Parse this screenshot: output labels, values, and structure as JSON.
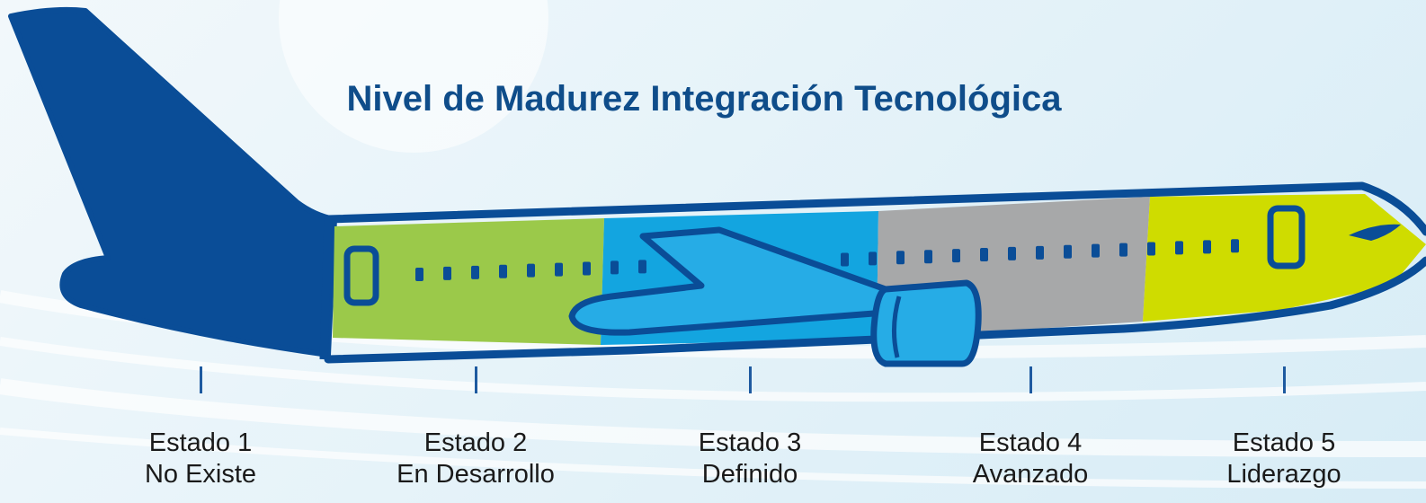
{
  "title": "Nivel de Madurez Integración Tecnológica",
  "stages": [
    {
      "name": "Estado 1",
      "desc": "No Existe",
      "color": null
    },
    {
      "name": "Estado 2",
      "desc": "En Desarrollo",
      "color": "#9bc94a"
    },
    {
      "name": "Estado 3",
      "desc": "Definido",
      "color": "#13a5e0"
    },
    {
      "name": "Estado 4",
      "desc": "Avanzado",
      "color": "#a7a8a9"
    },
    {
      "name": "Estado 5",
      "desc": "Liderazgo",
      "color": "#cfdc00"
    }
  ],
  "colors": {
    "plane_body": "#0a4d97",
    "outline": "#0a4d97",
    "title": "#0f4d8a",
    "wing": "#26ace6"
  }
}
